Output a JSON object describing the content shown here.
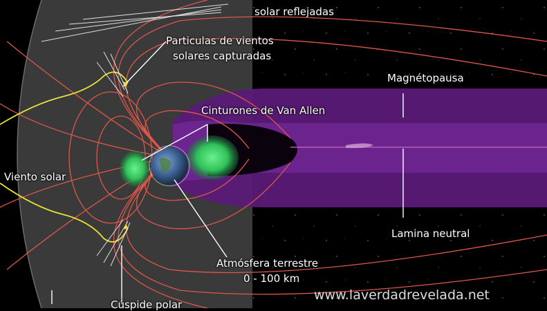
{
  "labels": {
    "reflected": "solar reflejadas",
    "captured_line1": "Particulas de vientos",
    "captured_line2": "solares capturadas",
    "magnetopause": "Magnétopausa",
    "van_allen": "Cinturones de Van Allen",
    "solar_wind": "Viento solar",
    "neutral_sheet": "Lamina neutral",
    "atmosphere_line1": "Atmósfera terrestre",
    "atmosphere_line2": "0 - 100 km",
    "polar_cusp": "Cúspide polar"
  },
  "watermark": "www.laverdadrevelada.net",
  "colors": {
    "background": "#000000",
    "sun_side": "#3c3c3c",
    "field_lines": "#e0564a",
    "solar_wind_lines": "#e8e23a",
    "plasma_sheet": "#6a1e8a",
    "van_allen": "#3fd86b",
    "leader_lines": "#ffffff"
  }
}
